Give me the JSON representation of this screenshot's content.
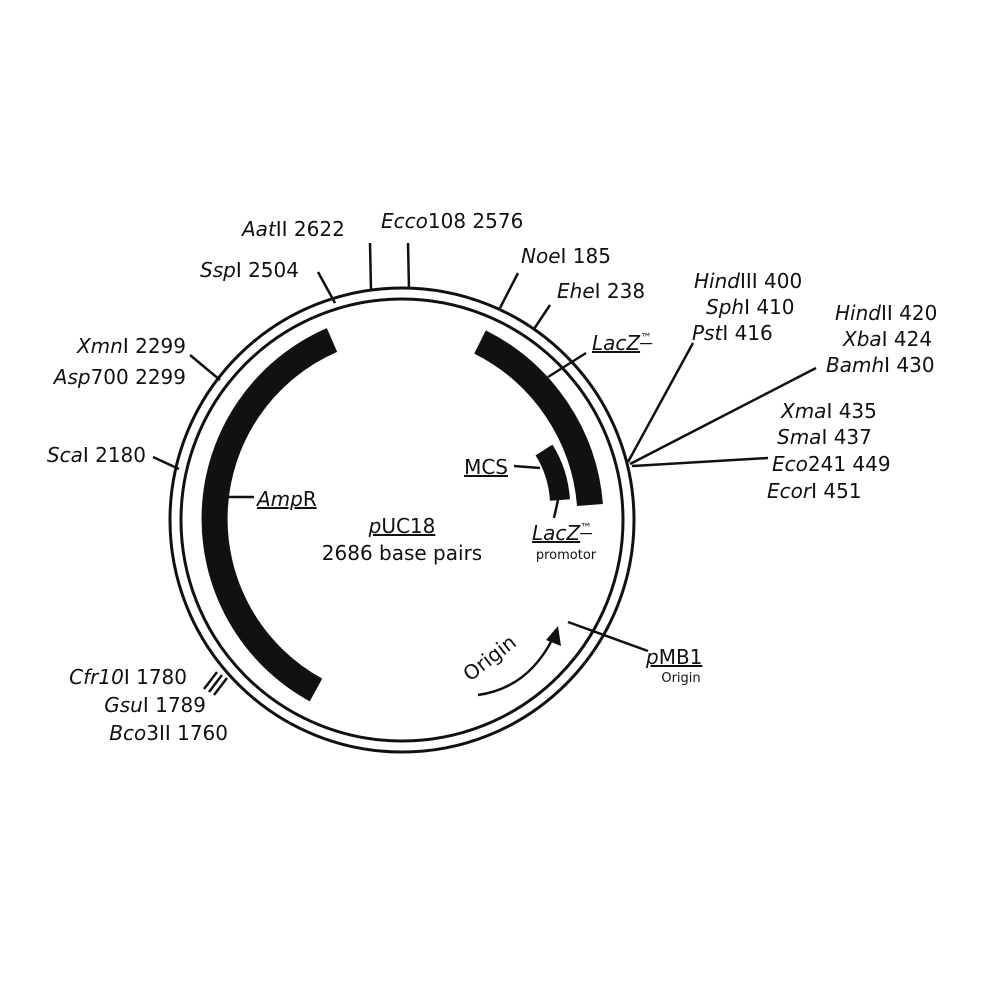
{
  "plasmid": {
    "name_prefix": "p",
    "name_rest": "UC18",
    "size_text": "2686 base pairs"
  },
  "genes": {
    "ampr_italic": "Amp",
    "ampr_rest": "R",
    "lacz_top_italic": "LacZ",
    "lacz_top_tm": "™",
    "mcs": "MCS",
    "lacz_promoter_italic": "LacZ",
    "lacz_promoter_tm": "™",
    "promoter_label": "promotor",
    "origin_arrow_label": "Origin",
    "pmb1_italic": "p",
    "pmb1_rest": "MB1",
    "pmb1_sub": "Origin"
  },
  "sites": {
    "aatii": {
      "it": "Aat",
      "rest": "II 2622"
    },
    "ecco108": {
      "it": "Ecco",
      "rest": "108 2576"
    },
    "sspi": {
      "it": "Ssp",
      "rest": "I 2504"
    },
    "noei": {
      "it": "Noe",
      "rest": "I 185"
    },
    "ehei": {
      "it": "Ehe",
      "rest": "I 238"
    },
    "hindiii": {
      "it": "Hind",
      "rest": "III 400"
    },
    "sphi": {
      "it": "Sph",
      "rest": "I 410"
    },
    "psti": {
      "it": "Pst",
      "rest": "I 416"
    },
    "hindii": {
      "it": "Hind",
      "rest": "II 420"
    },
    "xbai": {
      "it": "Xba",
      "rest": "I 424"
    },
    "bamhi": {
      "it": "Bamh",
      "rest": "I 430"
    },
    "xmai": {
      "it": "Xma",
      "rest": "I 435"
    },
    "smai": {
      "it": "Sma",
      "rest": "I 437"
    },
    "eco241": {
      "it": "Eco",
      "rest": "241 449"
    },
    "ecori": {
      "it": "Ecor",
      "rest": "I 451"
    },
    "xmni": {
      "it": "Xmn",
      "rest": "I 2299"
    },
    "asp700": {
      "it": "Asp",
      "rest": "700 2299"
    },
    "scai": {
      "it": "Sca",
      "rest": "I 2180"
    },
    "cfr10i": {
      "it": "Cfr10",
      "rest": "I 1780"
    },
    "gsui": {
      "it": "Gsu",
      "rest": "I 1789"
    },
    "bco3ii": {
      "it": "Bco",
      "rest": "3II 1760"
    }
  }
}
